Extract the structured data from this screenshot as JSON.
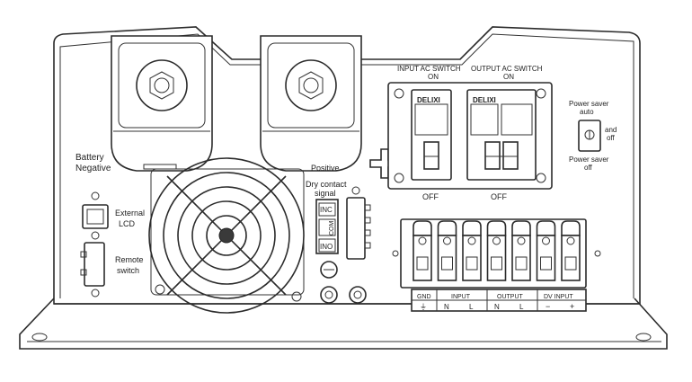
{
  "labels": {
    "battery_negative": [
      "Battery",
      "Negative"
    ],
    "battery_positive": "Positive",
    "input_ac_switch": [
      "INPUT AC SWITCH",
      "ON"
    ],
    "output_ac_switch": [
      "OUTPUT AC SWITCH",
      "ON"
    ],
    "input_off": "OFF",
    "output_off": "OFF",
    "breaker_brand": "DELIXI",
    "power_saver_auto": [
      "Power saver",
      "auto"
    ],
    "and_off": [
      "and",
      "off"
    ],
    "power_saver_off": [
      "Power saver",
      "off"
    ],
    "dry_contact": [
      "Dry contact",
      "signal"
    ],
    "inc": "INC",
    "com": "COM",
    "ino": "INO",
    "external_lcd": [
      "External",
      "LCD"
    ],
    "remote_switch": [
      "Remote",
      "switch"
    ],
    "terminal_groups": [
      "GND",
      "INPUT",
      "OUTPUT",
      "DV INPUT"
    ],
    "terminal_symbols": [
      "⏚",
      "N",
      "L",
      "N",
      "L",
      "−",
      "+"
    ]
  }
}
